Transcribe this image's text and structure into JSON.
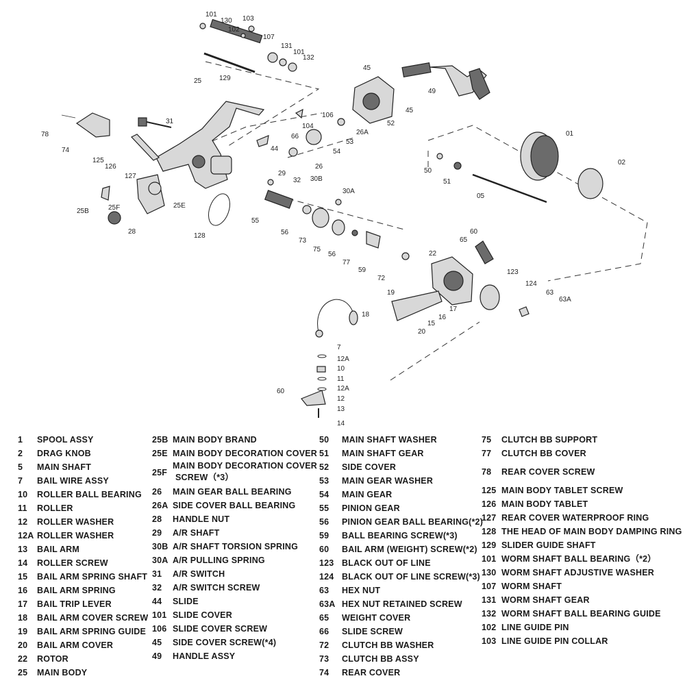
{
  "diagram": {
    "callouts": [
      "101",
      "130",
      "103",
      "102",
      "107",
      "131",
      "101",
      "132",
      "129",
      "25",
      "45",
      "49",
      "45",
      "106",
      "26A",
      "52",
      "104",
      "66",
      "53",
      "44",
      "54",
      "26",
      "29",
      "32",
      "30B",
      "30A",
      "31",
      "78",
      "74",
      "125",
      "126",
      "127",
      "25B",
      "25F",
      "25E",
      "28",
      "128",
      "55",
      "56",
      "73",
      "75",
      "56",
      "77",
      "59",
      "72",
      "60",
      "65",
      "22",
      "123",
      "124",
      "63",
      "63A",
      "19",
      "18",
      "17",
      "16",
      "15",
      "20",
      "01",
      "02",
      "50",
      "51",
      "05",
      "7",
      "12A",
      "10",
      "11",
      "12A",
      "12",
      "13",
      "14",
      "60"
    ]
  },
  "legend": {
    "col1": [
      {
        "num": "1",
        "desc": "SPOOL ASSY"
      },
      {
        "num": "2",
        "desc": "DRAG KNOB"
      },
      {
        "num": "5",
        "desc": "MAIN SHAFT"
      },
      {
        "num": "7",
        "desc": "BAIL WIRE ASSY"
      },
      {
        "num": "10",
        "desc": "ROLLER  BALL BEARING"
      },
      {
        "num": "11",
        "desc": "ROLLER"
      },
      {
        "num": "12",
        "desc": "ROLLER WASHER"
      },
      {
        "num": "12A",
        "desc": "ROLLER WASHER"
      },
      {
        "num": "13",
        "desc": "BAIL ARM"
      },
      {
        "num": "14",
        "desc": "ROLLER SCREW"
      },
      {
        "num": "15",
        "desc": "BAIL ARM SPRING SHAFT"
      },
      {
        "num": "16",
        "desc": "BAIL ARM SPRING"
      },
      {
        "num": "17",
        "desc": "BAIL TRIP LEVER"
      },
      {
        "num": "18",
        "desc": "BAIL ARM COVER SCREW"
      },
      {
        "num": "19",
        "desc": "BAIL ARM SPRING GUIDE"
      },
      {
        "num": "20",
        "desc": "BAIL ARM COVER"
      },
      {
        "num": "22",
        "desc": "ROTOR"
      },
      {
        "num": "25",
        "desc": "MAIN BODY"
      }
    ],
    "col2": [
      {
        "num": "25B",
        "desc": "MAIN BODY  BRAND"
      },
      {
        "num": "25E",
        "desc": "MAIN BODY DECORATION COVER"
      },
      {
        "num": "25F",
        "desc": "MAIN BODY DECORATION COVER",
        "desc2": "SCREW（*3）"
      },
      {
        "num": "26",
        "desc": "MAIN GEAR  BALL BEARING"
      },
      {
        "num": "26A",
        "desc": "SIDE COVER BALL BEARING"
      },
      {
        "num": "28",
        "desc": "HANDLE NUT"
      },
      {
        "num": "29",
        "desc": "A/R SHAFT"
      },
      {
        "num": "30B",
        "desc": "A/R SHAFT TORSION SPRING"
      },
      {
        "num": "30A",
        "desc": "A/R  PULLING SPRING"
      },
      {
        "num": "31",
        "desc": "A/R SWITCH"
      },
      {
        "num": "32",
        "desc": "A/R SWITCH SCREW"
      },
      {
        "num": "44",
        "desc": "SLIDE"
      },
      {
        "num": "101",
        "desc": "SLIDE COVER"
      },
      {
        "num": "106",
        "desc": "SLIDE COVER SCREW"
      },
      {
        "num": "45",
        "desc": "SIDE COVER SCREW(*4)"
      },
      {
        "num": "49",
        "desc": "HANDLE ASSY"
      }
    ],
    "col3": [
      {
        "num": "50",
        "desc": "MAIN SHAFT WASHER"
      },
      {
        "num": "51",
        "desc": "MAIN SHAFT GEAR"
      },
      {
        "num": "52",
        "desc": "SIDE COVER"
      },
      {
        "num": "53",
        "desc": "MAIN GEAR WASHER"
      },
      {
        "num": "54",
        "desc": "MAIN GEAR"
      },
      {
        "num": "55",
        "desc": "PINION GEAR"
      },
      {
        "num": "56",
        "desc": "PINION GEAR  BALL BEARING(*2)"
      },
      {
        "num": "59",
        "desc": "BALL BEARING SCREW(*3)"
      },
      {
        "num": "60",
        "desc": "BAIL ARM (WEIGHT) SCREW(*2)"
      },
      {
        "num": "123",
        "desc": "BLACK OUT OF LINE"
      },
      {
        "num": "124",
        "desc": "BLACK OUT OF LINE SCREW(*3)"
      },
      {
        "num": "63",
        "desc": "HEX NUT"
      },
      {
        "num": "63A",
        "desc": "HEX NUT RETAINED  SCREW"
      },
      {
        "num": "65",
        "desc": "WEIGHT COVER"
      },
      {
        "num": "66",
        "desc": "SLIDE SCREW"
      },
      {
        "num": "72",
        "desc": "CLUTCH  BB WASHER"
      },
      {
        "num": "73",
        "desc": "CLUTCH  BB ASSY"
      },
      {
        "num": "74",
        "desc": "REAR COVER"
      }
    ],
    "col4": [
      {
        "num": "75",
        "desc": "CLUTCH  BB SUPPORT"
      },
      {
        "num": "77",
        "desc": "CLUTCH  BB COVER"
      },
      {
        "num": "78",
        "desc": "REAR COVER SCREW"
      },
      {
        "num": "125",
        "desc": "MAIN BODY TABLET SCREW"
      },
      {
        "num": "126",
        "desc": "MAIN BODY TABLET"
      },
      {
        "num": "127",
        "desc": "REAR COVER WATERPROOF RING"
      },
      {
        "num": "128",
        "desc": "THE HEAD OF MAIN BODY DAMPING RING"
      },
      {
        "num": "129",
        "desc": "SLIDER GUIDE SHAFT"
      },
      {
        "num": "101",
        "desc": "WORM SHAFT BALL BEARING（*2）"
      },
      {
        "num": "130",
        "desc": "WORM SHAFT ADJUSTIVE WASHER"
      },
      {
        "num": "107",
        "desc": "WORM SHAFT"
      },
      {
        "num": "131",
        "desc": "WORM SHAFT GEAR"
      },
      {
        "num": "132",
        "desc": "WORM SHAFT BALL BEARING GUIDE"
      },
      {
        "num": "102",
        "desc": "LINE GUIDE PIN"
      },
      {
        "num": "103",
        "desc": "LINE GUIDE PIN COLLAR"
      }
    ]
  }
}
